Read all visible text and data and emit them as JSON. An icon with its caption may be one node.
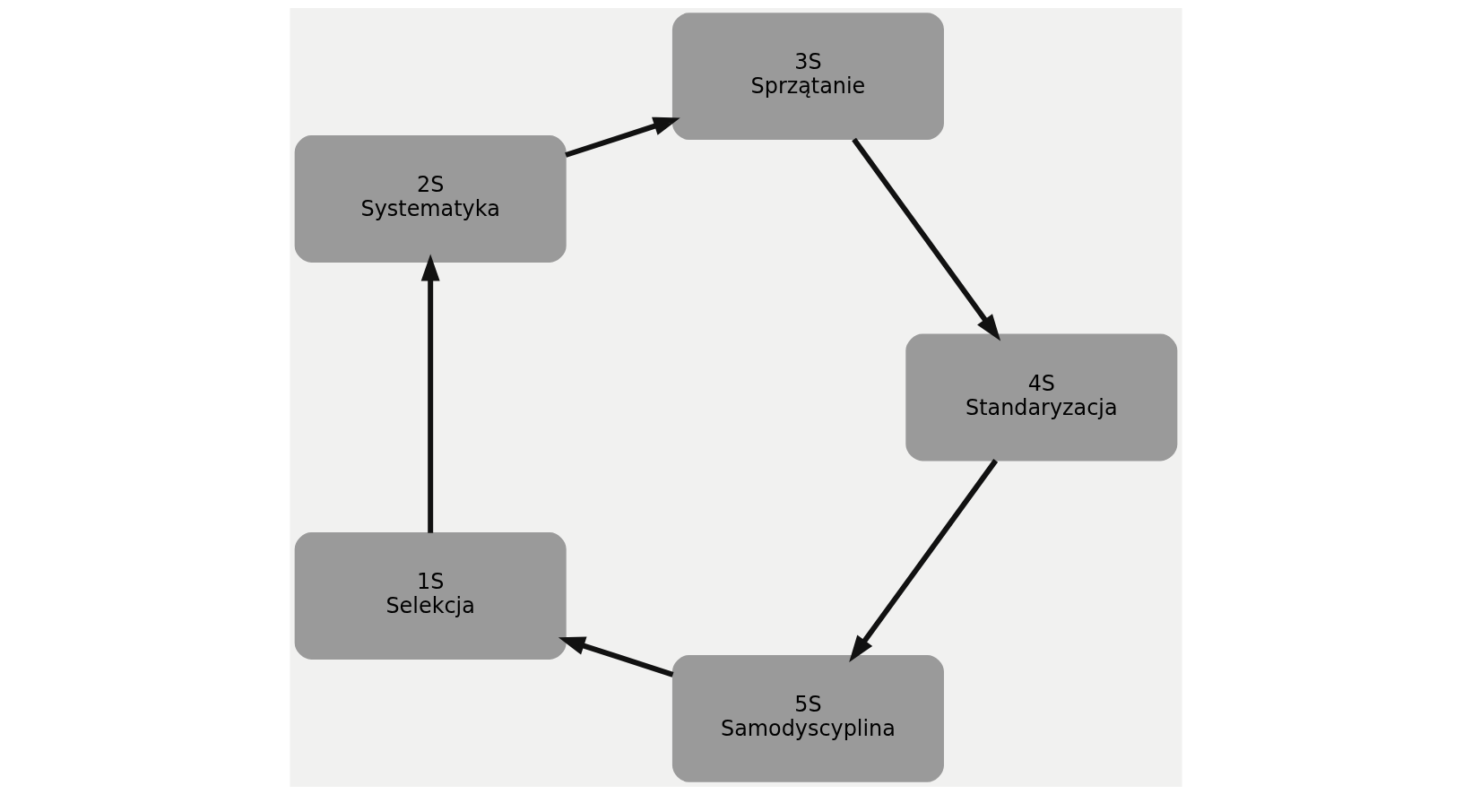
{
  "diagram": {
    "nodes": [
      {
        "text": [
          "5S",
          "Samodyscyplina"
        ]
      },
      {
        "text": [
          "4S",
          "Standaryzacja"
        ]
      },
      {
        "text": [
          "1S",
          "Selekcja"
        ]
      },
      {
        "text": [
          "3S",
          "Sprzątanie"
        ]
      },
      {
        "text": [
          "2S",
          "Systematyka"
        ]
      }
    ],
    "edges": [
      {
        "from": 0,
        "to": 2,
        "arrow": "to"
      },
      {
        "from": 2,
        "to": 4,
        "arrow": "to"
      },
      {
        "from": 4,
        "to": 3,
        "arrow": "to"
      },
      {
        "from": 3,
        "to": 1,
        "arrow": "to"
      },
      {
        "from": 1,
        "to": 0,
        "arrow": "to"
      }
    ]
  }
}
